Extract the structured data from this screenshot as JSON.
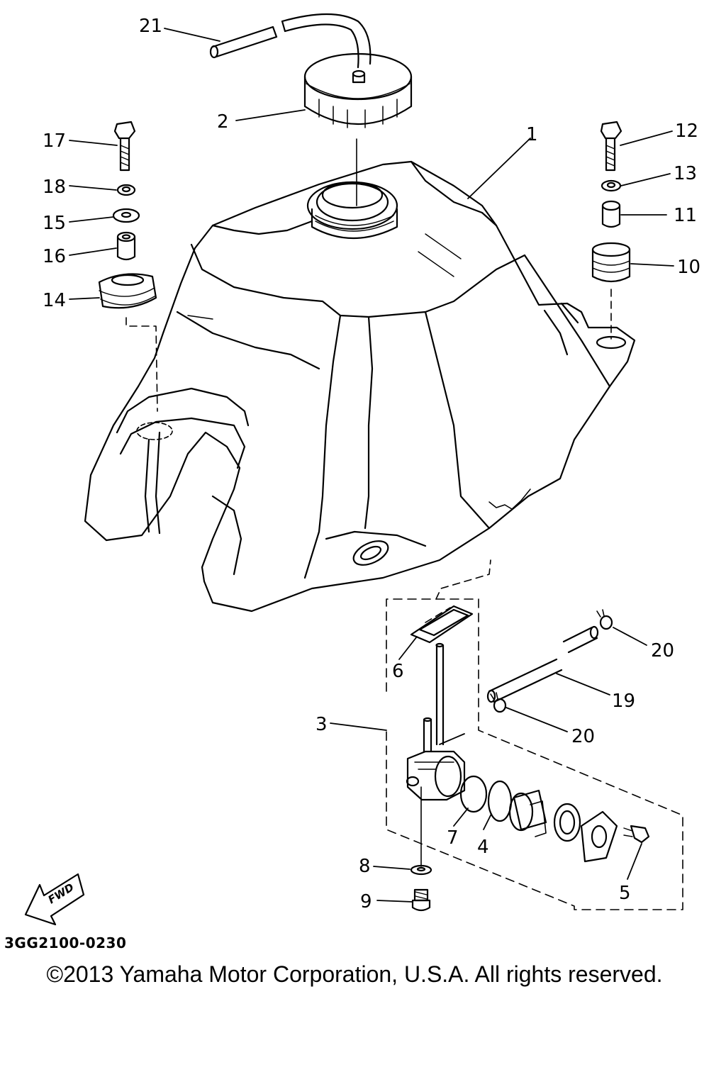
{
  "callouts": {
    "c1": "1",
    "c2": "2",
    "c3": "3",
    "c4": "4",
    "c5": "5",
    "c6": "6",
    "c7": "7",
    "c8": "8",
    "c9": "9",
    "c10": "10",
    "c11": "11",
    "c12": "12",
    "c13": "13",
    "c14": "14",
    "c15": "15",
    "c16": "16",
    "c17": "17",
    "c18": "18",
    "c19": "19",
    "c20a": "20",
    "c20b": "20",
    "c21": "21"
  },
  "fwd_label": "FWD",
  "part_code": "3GG2100-0230",
  "copyright": "©2013 Yamaha Motor Corporation, U.S.A. All rights reserved."
}
